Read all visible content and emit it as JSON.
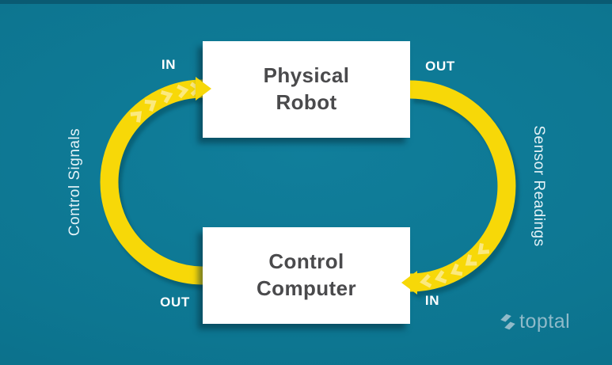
{
  "nodes": [
    {
      "id": "physical-robot",
      "line1": "Physical",
      "line2": "Robot"
    },
    {
      "id": "control-computer",
      "line1": "Control",
      "line2": "Computer"
    }
  ],
  "edges": [
    {
      "id": "control-signals",
      "label": "Control Signals",
      "from": "control-computer",
      "from_port": "OUT",
      "to": "physical-robot",
      "to_port": "IN"
    },
    {
      "id": "sensor-readings",
      "label": "Sensor Readings",
      "from": "physical-robot",
      "from_port": "OUT",
      "to": "control-computer",
      "to_port": "IN"
    }
  ],
  "ports": {
    "robot_in": "IN",
    "robot_out": "OUT",
    "computer_out": "OUT",
    "computer_in": "IN"
  },
  "logo": {
    "text": "toptal",
    "icon": "toptal-arrows-icon"
  },
  "colors": {
    "background": "#0c7792",
    "background_top_strip": "#0a5a72",
    "arrow": "#f7d808",
    "arrow_chevron": "#fbe97e",
    "arrow_shadow": "#053c4c",
    "node_fill": "#ffffff",
    "node_text": "#4a4a4c",
    "label_text": "#ffffff",
    "logo_text": "#8fbac9"
  }
}
